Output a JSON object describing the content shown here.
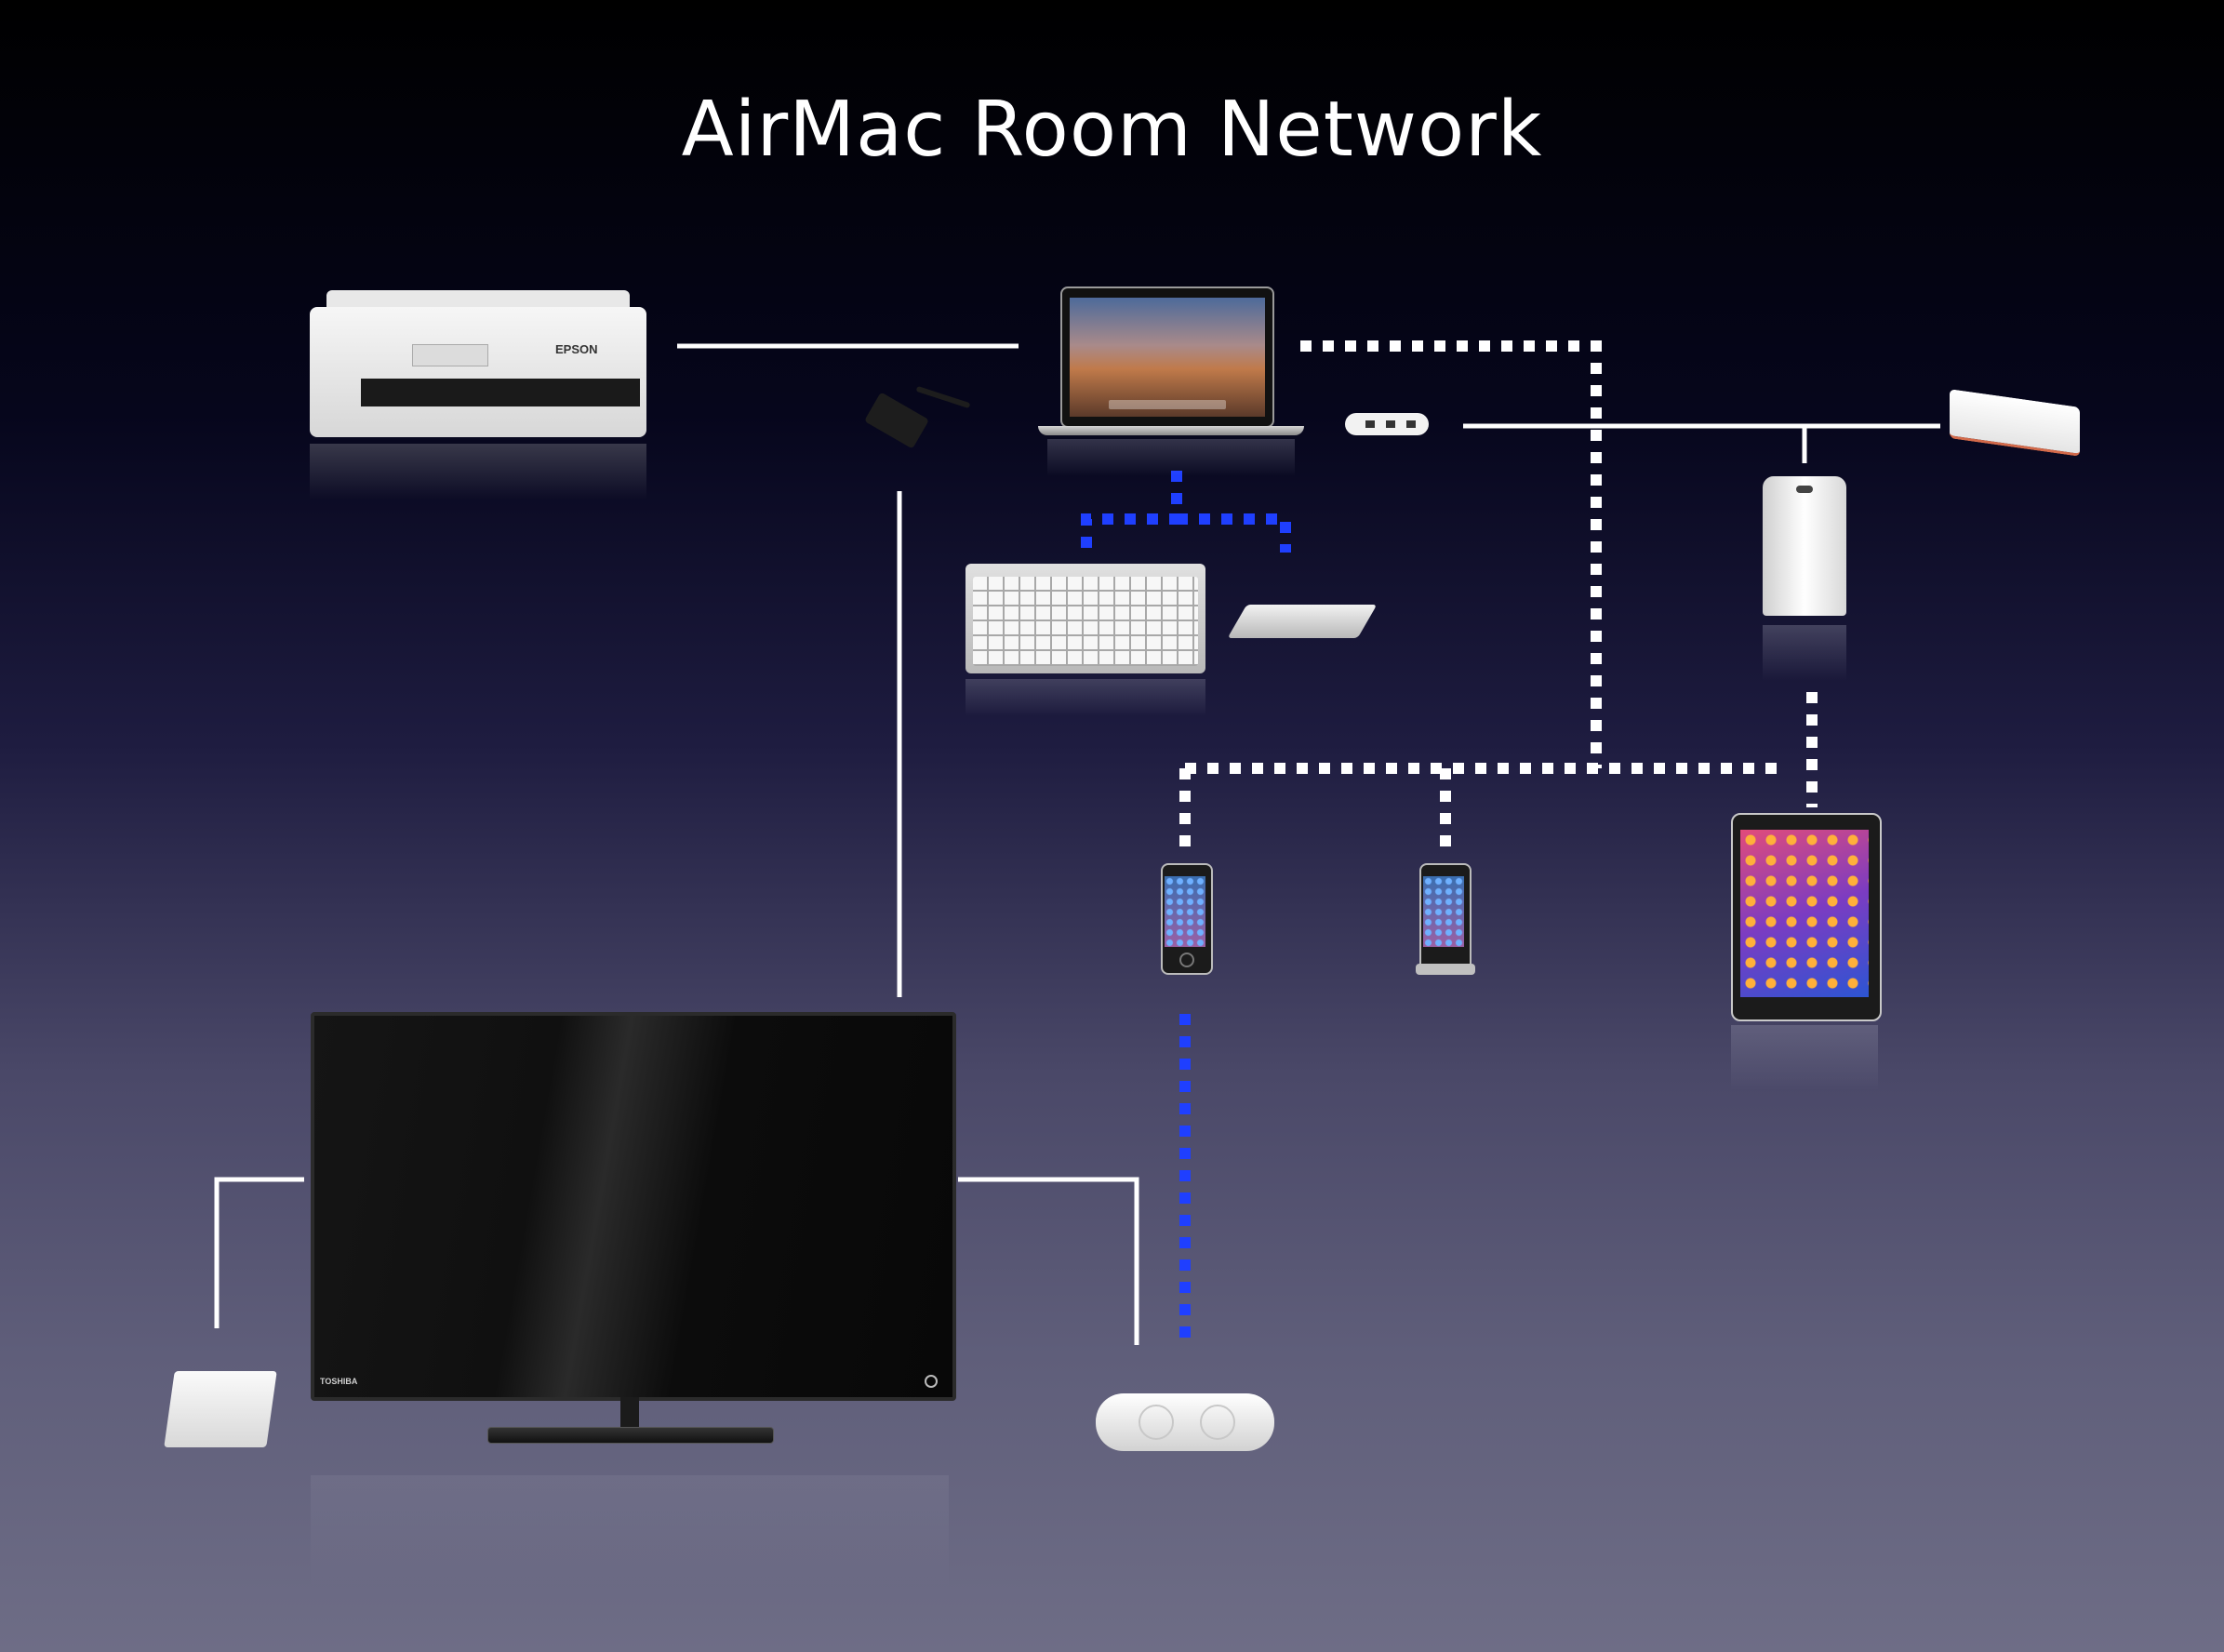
{
  "title": "AirMac Room Network",
  "colors": {
    "wired": "#ffffff",
    "wireless_white": "#ffffff",
    "bluetooth": "#1f3fff"
  },
  "devices": [
    {
      "name": "printer",
      "brand_text": "EPSON"
    },
    {
      "name": "laptop"
    },
    {
      "name": "usb-c-adapter"
    },
    {
      "name": "usb-c-hub"
    },
    {
      "name": "network-switch"
    },
    {
      "name": "airport-base-station"
    },
    {
      "name": "keyboard"
    },
    {
      "name": "trackpad"
    },
    {
      "name": "iphone-1"
    },
    {
      "name": "iphone-2"
    },
    {
      "name": "ipad"
    },
    {
      "name": "tv",
      "brand_text": "TOSHIBA"
    },
    {
      "name": "external-hdd"
    },
    {
      "name": "bluetooth-speaker"
    }
  ]
}
